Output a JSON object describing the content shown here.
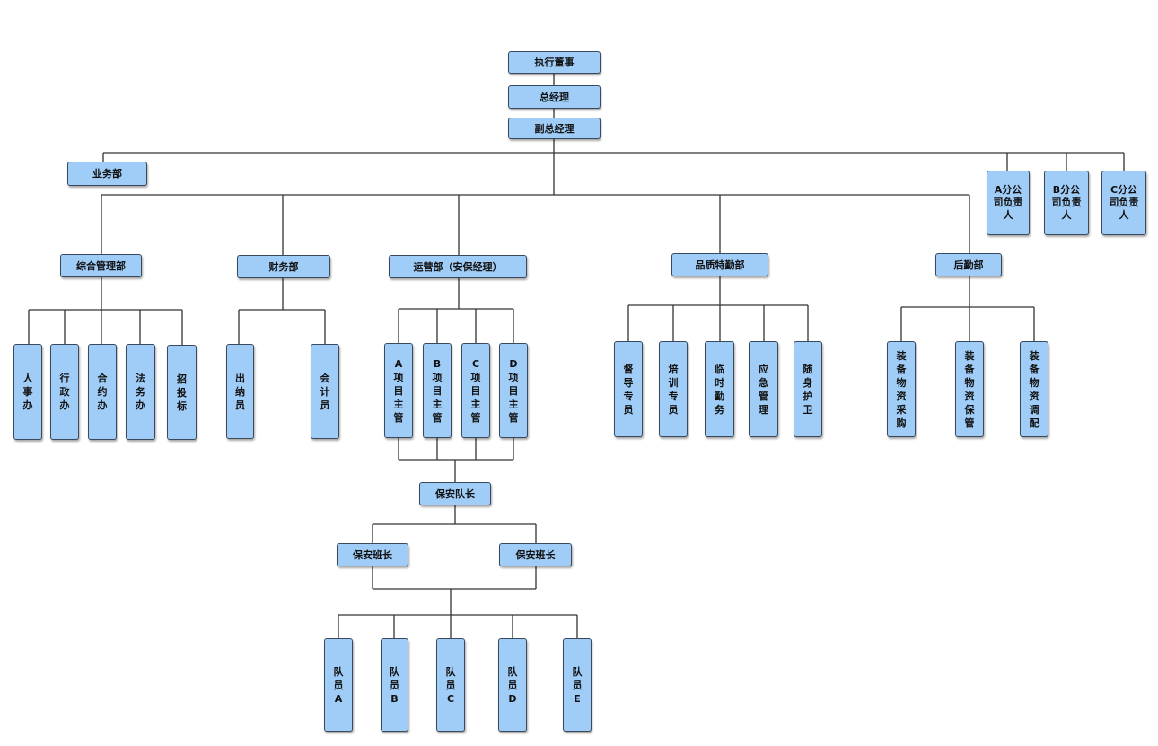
{
  "nodes": {
    "exec_director": "执行董事",
    "general_manager": "总经理",
    "deputy_gm": "副总经理",
    "business_dept": "业务部",
    "branch_a": "A分公司负责人",
    "branch_b": "B分公司负责人",
    "branch_c": "C分公司负责人",
    "general_admin_dept": "综合管理部",
    "finance_dept": "财务部",
    "operations_dept": "运营部（安保经理）",
    "quality_duty_dept": "品质特勤部",
    "logistics_dept": "后勤部",
    "hr_office": "人事办",
    "admin_office": "行政办",
    "contract_office": "合约办",
    "legal_office": "法务办",
    "bidding_office": "招投标",
    "cashier": "出纳员",
    "accountant": "会计员",
    "project_a": "A项目主管",
    "project_b": "B项目主管",
    "project_c": "C项目主管",
    "project_d": "D项目主管",
    "supervisor": "督导专员",
    "training": "培训专员",
    "temp_duty": "临时勤务",
    "emergency": "应急管理",
    "escort": "随身护卫",
    "equip_purchase": "装备物资采购",
    "equip_storage": "装备物资保管",
    "equip_allocation": "装备物资调配",
    "security_captain": "保安队长",
    "squad_leader_1": "保安班长",
    "squad_leader_2": "保安班长",
    "member_a": "队员A",
    "member_b": "队员B",
    "member_c": "队员C",
    "member_d": "队员D",
    "member_e": "队员E"
  }
}
